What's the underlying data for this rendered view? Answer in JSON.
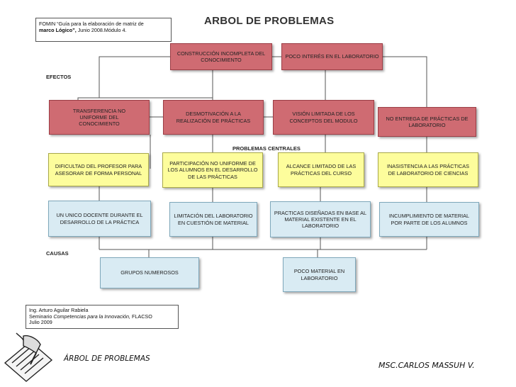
{
  "source_note": {
    "line1": "FOMIN “Guía para la elaboración de matriz de",
    "line2a": "marco Lógico”,",
    "line2b": " Junio 2008.Módulo 4."
  },
  "title": "ARBOL DE PROBLEMAS",
  "labels": {
    "efectos": "EFECTOS",
    "problemas_centrales": "PROBLEMAS CENTRALES",
    "causas": "CAUSAS"
  },
  "top_effects": [
    "CONSTRUCCIÓN INCOMPLETA DEL CONOCIMIENTO",
    "POCO INTERÉS EN EL LABORATORIO"
  ],
  "effects": [
    "TRANSFERENCIA NO UNIFORME DEL CONOCIMIENTO",
    "DESMOTIVACIÓN A LA REALIZACIÓN DE PRÁCTICAS",
    "VISIÓN LIMITADA DE LOS CONCEPTOS DEL MODULO",
    "NO ENTREGA DE PRÁCTICAS DE LABORATORIO"
  ],
  "central_problems": [
    "DIFICULTAD DEL PROFESOR PARA ASESORAR DE FORMA PERSONAL",
    "PARTICIPACIÓN NO UNIFORME DE LOS ALUMNOS EN EL DESARROLLO DE LAS PRÁCTICAS",
    "ALCANCE LIMITADO DE LAS PRÁCTICAS DEL CURSO",
    "INASISTENCIA A LAS PRÁCTICAS DE LABORATORIO DE CIENCIAS"
  ],
  "causes": [
    "UN UNICO DOCENTE DURANTE EL DESARROLLO DE LA PRÁCTICA",
    "LIMITACIÓN DEL LABORATORIO EN CUESTIÓN DE MATERIAL",
    "PRACTICAS DISEÑADAS EN BASE AL MATERIAL EXISTENTE EN EL LABORATORIO",
    "INCUMPLIMIENTO DE MATERIAL POR PARTE DE LOS ALUMNOS"
  ],
  "root_causes": [
    "GRUPOS NUMEROSOS",
    "POCO MATERIAL EN LABORATORIO"
  ],
  "author_note": {
    "line1": "Ing. Arturo Aguilar Rabiela",
    "line2a": "Seminario ",
    "line2b": "Competencias para la Innovación,",
    "line2c": " FLACSO",
    "line3": "Julio 2009"
  },
  "footer": {
    "left": "ÁRBOL DE PROBLEMAS",
    "right": "MSC.CARLOS MASSUH V."
  },
  "colors": {
    "effect_fill": "#cf6b72",
    "problem_fill": "#fdfd9c",
    "cause_fill": "#d9ebf3"
  },
  "icons": [
    "writing-hand-icon"
  ]
}
